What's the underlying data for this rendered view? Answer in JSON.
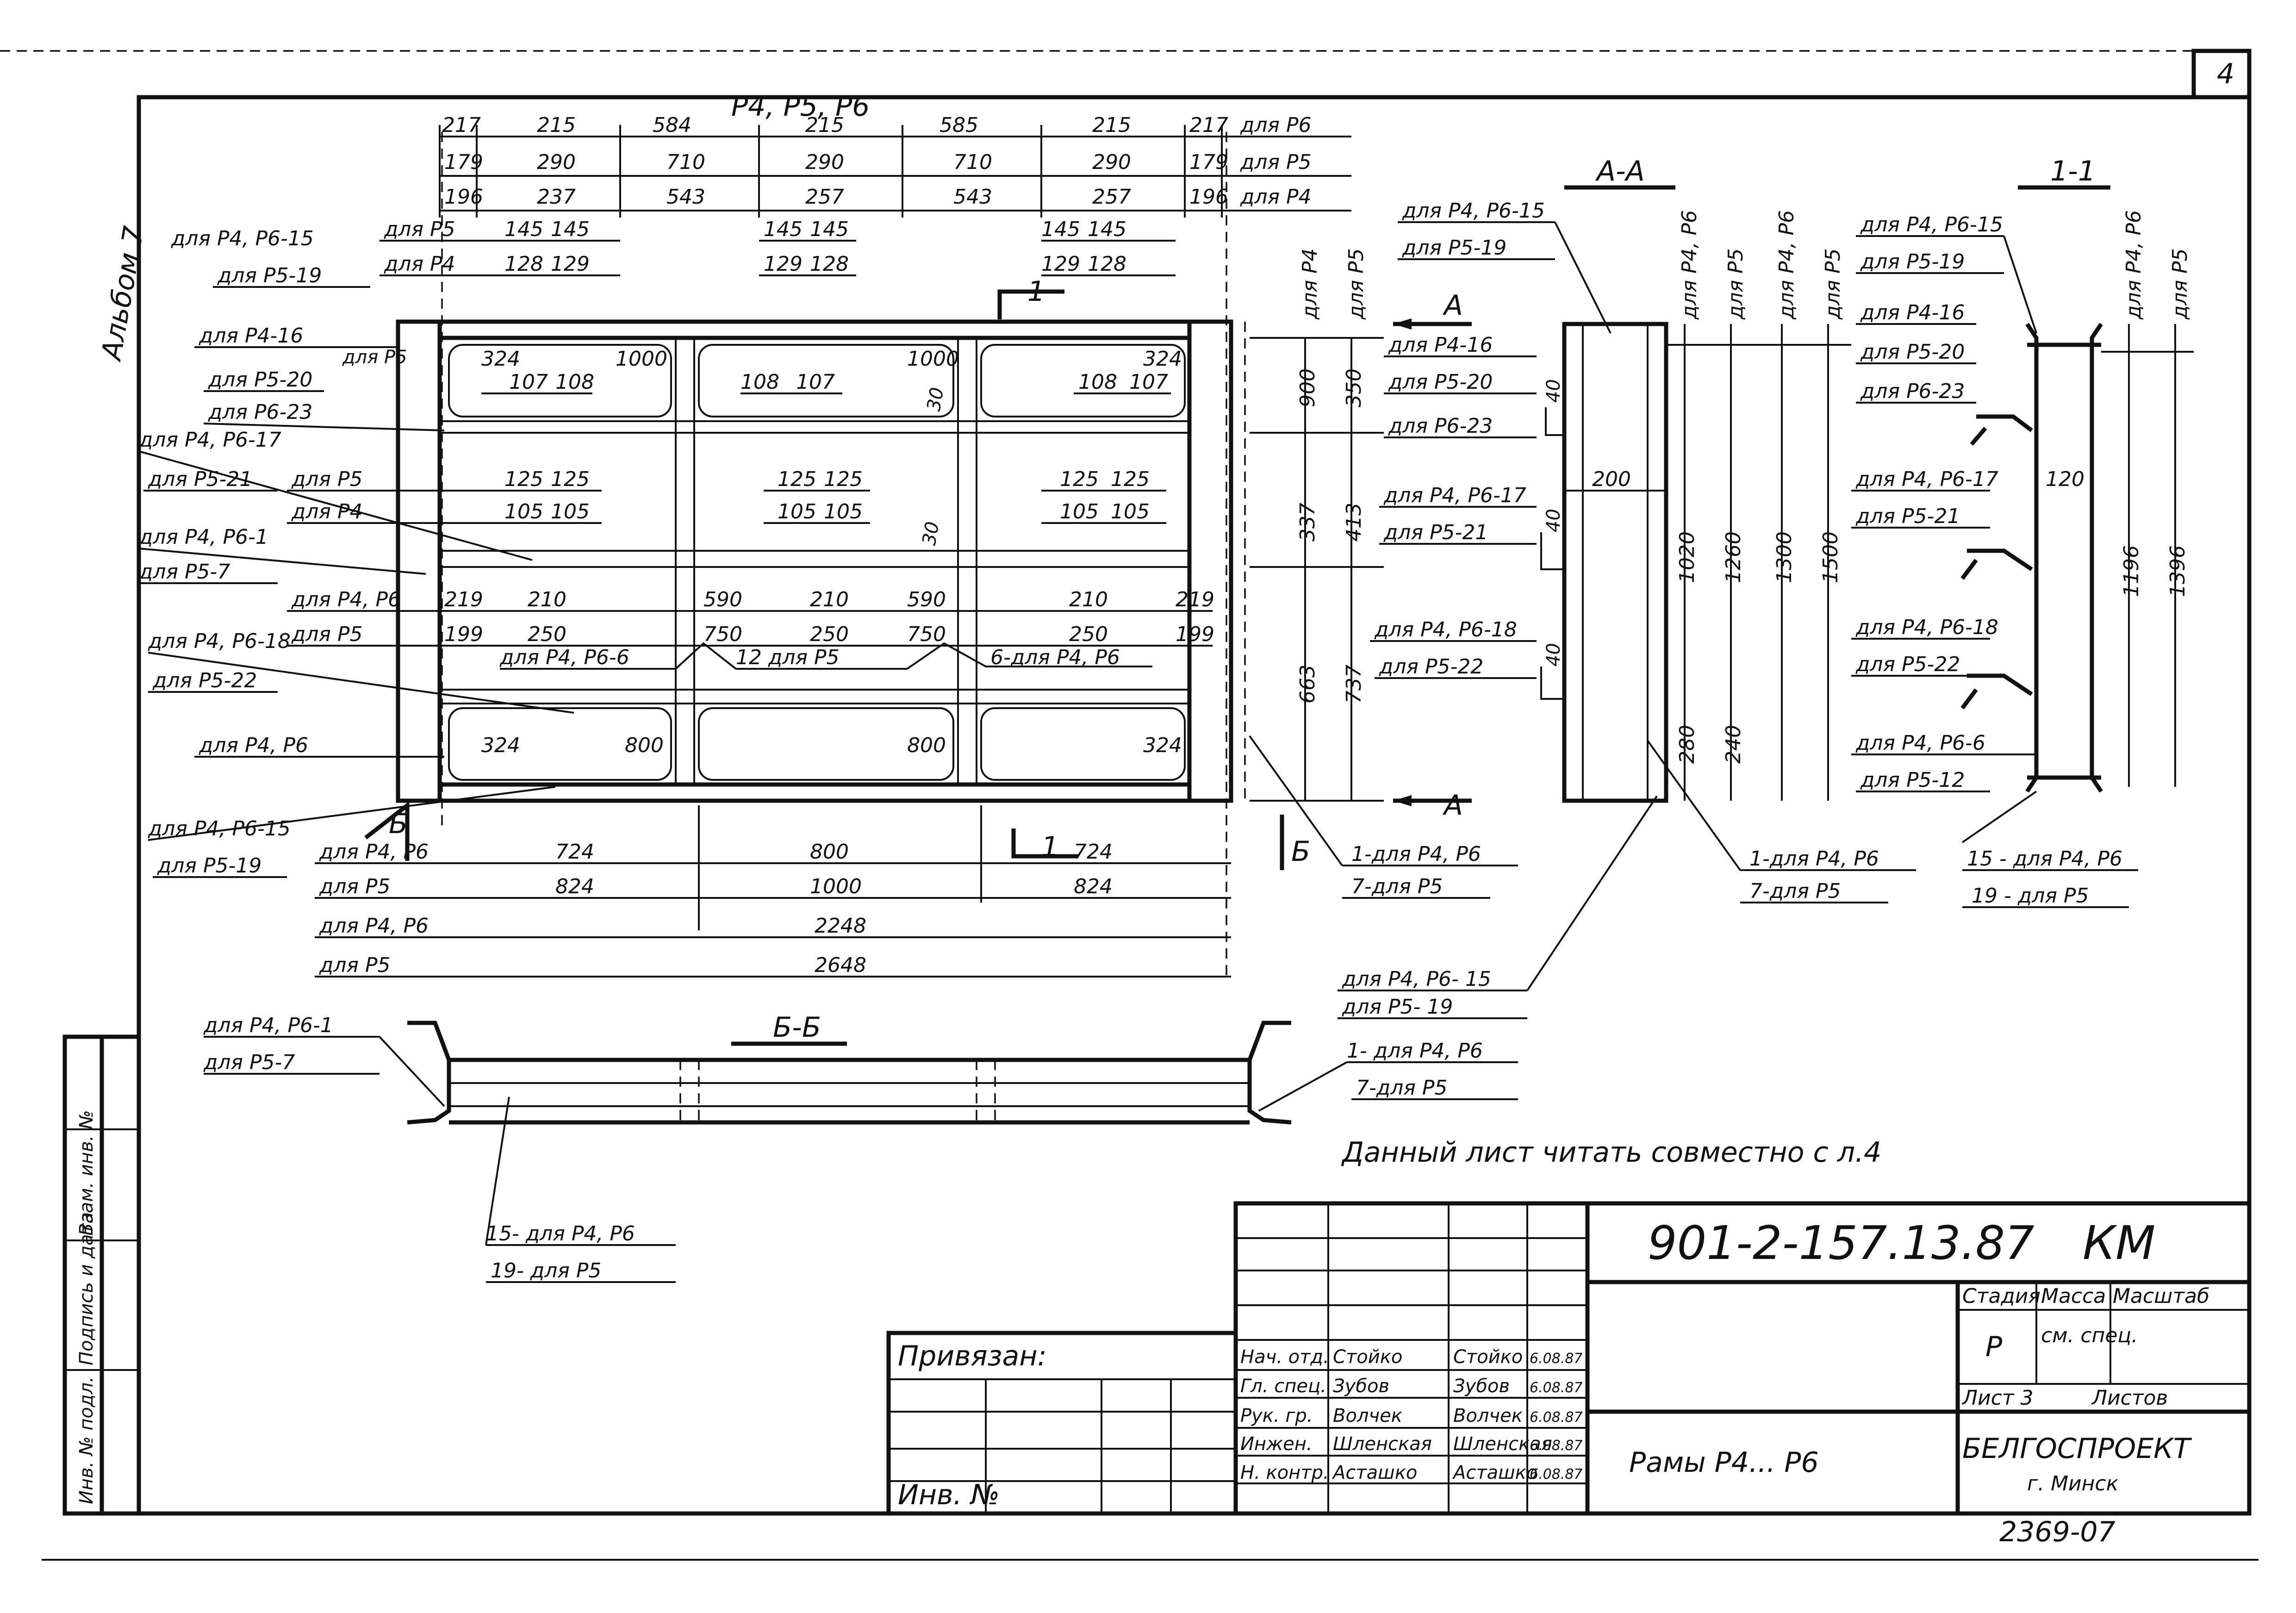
{
  "sheet": {
    "page_number": "4",
    "side_stamp": "Альбом 7"
  },
  "top_dims": {
    "header": "Р4, Р5, Р6",
    "row_r6": [
      "217",
      "215",
      "584",
      "215",
      "585",
      "215",
      "217"
    ],
    "row_r5": [
      "179",
      "290",
      "710",
      "290",
      "710",
      "290",
      "179"
    ],
    "row_r4": [
      "196",
      "237",
      "543",
      "257",
      "543",
      "257",
      "196"
    ],
    "row_r6_label": "для Р6",
    "row_r5_label": "для Р5",
    "row_r4_label": "для Р4"
  },
  "main_view": {
    "left_labels": [
      "для Р4, Р6-15",
      "для Р5-19",
      "для Р4-16",
      "для Р5-20",
      "для Р6-23",
      "для Р5",
      "для Р4, Р6-17",
      "для Р5-21",
      "для Р4, Р6-1",
      "для Р5-7",
      "для Р4, Р6-18",
      "для Р5-22",
      "для Р4, Р6",
      "для Р4, Р6-15",
      "для Р5-19"
    ],
    "row_a": {
      "l1": "для Р5",
      "l2": "для Р4",
      "v1": [
        "145",
        "145",
        "145",
        "145",
        "145",
        "145"
      ],
      "v2": [
        "128",
        "129",
        "129",
        "128",
        "129",
        "128"
      ]
    },
    "row_b": {
      "l1": "для Р5",
      "l2": "для Р4",
      "v1": [
        "125",
        "125",
        "125",
        "125",
        "125",
        "125"
      ],
      "v2": [
        "105",
        "105",
        "105",
        "105",
        "105",
        "105"
      ]
    },
    "row_c": {
      "l1": "для Р4, Р6",
      "l2": "для Р5",
      "v1": [
        "219",
        "210",
        "590",
        "210",
        "590",
        "210",
        "219"
      ],
      "v2": [
        "199",
        "250",
        "750",
        "250",
        "750",
        "250",
        "199"
      ]
    },
    "inner_top": [
      "324",
      "1000",
      "1000",
      "324"
    ],
    "inner_sub": [
      "107",
      "108",
      "108",
      "107",
      "108",
      "107"
    ],
    "inner_bottom": [
      "324",
      "800",
      "800",
      "324"
    ],
    "notes": [
      "для Р4, Р6-6",
      "12 для Р5",
      "6-для Р4, Р6"
    ],
    "small_dims": [
      "30",
      "30"
    ],
    "right_dims_r4": [
      "900",
      "337",
      "663"
    ],
    "right_dims_r5": [
      "350",
      "413",
      "737"
    ],
    "right_head_r4": "для Р4",
    "right_head_r5": "для Р5",
    "callout_1": "1-для Р4, Р6",
    "callout_2": "7-для Р5",
    "section_letters": [
      "А",
      "А",
      "Б",
      "Б",
      "1",
      "1"
    ]
  },
  "bottom_dims": {
    "rows": [
      {
        "label": "для Р4, Р6",
        "values": [
          "724",
          "800",
          "724"
        ]
      },
      {
        "label": "для Р5",
        "values": [
          "824",
          "1000",
          "824"
        ]
      },
      {
        "label": "для Р4, Р6",
        "values": [
          "2248"
        ]
      },
      {
        "label": "для Р5",
        "values": [
          "2648"
        ]
      }
    ]
  },
  "section_bb": {
    "title": "Б-Б",
    "left_labels": [
      "для Р4, Р6-1",
      "для Р5-7"
    ],
    "right_labels": [
      "1- для Р4, Р6",
      "7-для Р5"
    ],
    "bottom_labels": [
      "15- для Р4, Р6",
      "19- для Р5"
    ],
    "mid_labels": [
      "для Р4, Р6- 15",
      "для Р5- 19"
    ]
  },
  "section_aa": {
    "title": "А-А",
    "labels": [
      "для Р4, Р6-15",
      "для Р5-19",
      "для Р4-16",
      "для Р5-20",
      "для Р6-23",
      "для Р4, Р6-17",
      "для Р5-21",
      "для Р4, Р6-18",
      "для Р5-22"
    ],
    "width_dim": "200",
    "small_dims": [
      "40",
      "40",
      "40"
    ],
    "col_heads": [
      "для Р4, Р6",
      "для Р5",
      "для Р4, Р6",
      "для Р5"
    ],
    "col_dims": [
      "1020",
      "1260",
      "1300",
      "1500"
    ],
    "bottom_dims": [
      "280",
      "240"
    ],
    "callouts": [
      "1-для Р4, Р6",
      "7-для Р5"
    ]
  },
  "section_11": {
    "title": "1-1",
    "labels": [
      "для Р4, Р6-15",
      "для Р5-19",
      "для Р4-16",
      "для Р5-20",
      "для Р6-23",
      "для Р4, Р6-17",
      "для Р5-21",
      "для Р4, Р6-18",
      "для Р5-22",
      "для Р4, Р6-6",
      "для Р5-12"
    ],
    "col_heads": [
      "для Р4, Р6",
      "для Р5"
    ],
    "width_dim": "120",
    "col_dims": [
      "1196",
      "1396"
    ],
    "callouts": [
      "15 - для Р4, Р6",
      "19 - для Р5"
    ]
  },
  "note": "Данный лист читать совместно с л.4",
  "title_block": {
    "code": "901-2-157.13.87",
    "mark": "КМ",
    "stage_head": "Стадия",
    "mass_head": "Масса",
    "scale_head": "Масштаб",
    "stage": "Р",
    "mass": "см. спец.",
    "sheet_label": "Лист 3",
    "sheets_label": "Листов",
    "name": "Рамы Р4... Р6",
    "org": "БЕЛГОСПРОЕКТ",
    "city": "г. Минск",
    "number": "2369-07",
    "bound": "Привязан:",
    "inv_no": "Инв. №",
    "roles": [
      {
        "role": "Нач. отд.",
        "name": "Стойко",
        "sign": "Стойко",
        "date": "6.08.87"
      },
      {
        "role": "Гл. спец.",
        "name": "Зубов",
        "sign": "Зубов",
        "date": "6.08.87"
      },
      {
        "role": "Рук. гр.",
        "name": "Волчек",
        "sign": "Волчек",
        "date": "6.08.87"
      },
      {
        "role": "Инжен.",
        "name": "Шленская",
        "sign": "Шленская",
        "date": "6.08.87"
      },
      {
        "role": "Н. контр.",
        "name": "Асташко",
        "sign": "Асташко",
        "date": "6.08.87"
      }
    ]
  },
  "side_stamp": [
    "Инв. № подл.",
    "Подпись и дата",
    "Взам. инв. №"
  ]
}
